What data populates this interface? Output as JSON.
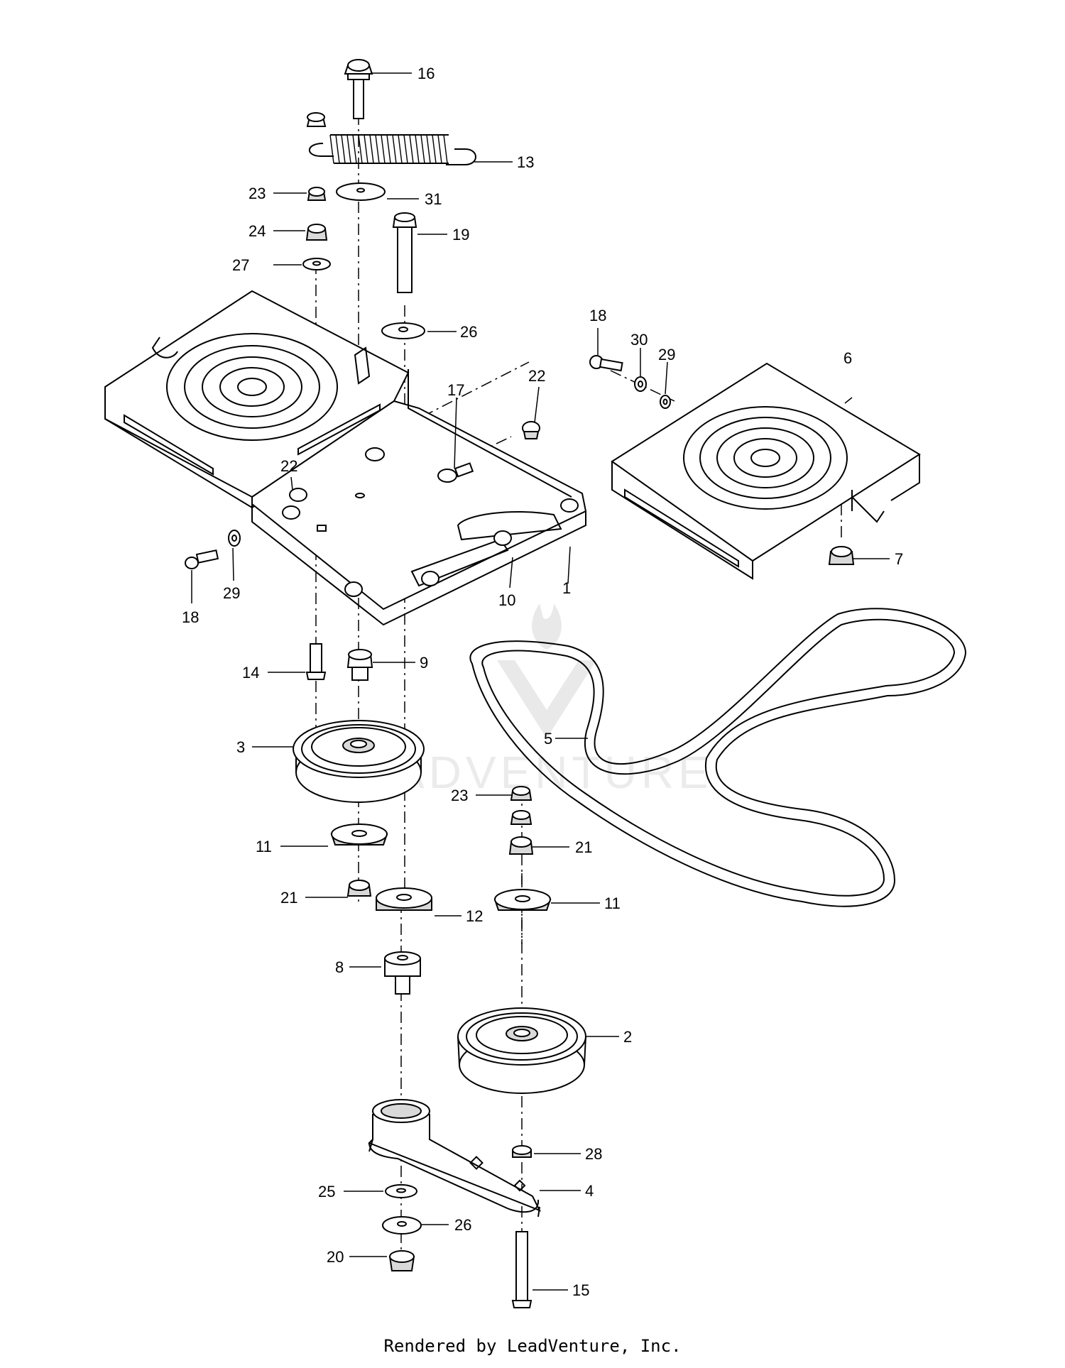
{
  "callouts": {
    "c1": "1",
    "c2": "2",
    "c3": "3",
    "c4": "4",
    "c5": "5",
    "c6": "6",
    "c7": "7",
    "c8": "8",
    "c9": "9",
    "c10": "10",
    "c11a": "11",
    "c11b": "11",
    "c12": "12",
    "c13": "13",
    "c14": "14",
    "c15": "15",
    "c16": "16",
    "c17": "17",
    "c18a": "18",
    "c18b": "18",
    "c19": "19",
    "c20": "20",
    "c21a": "21",
    "c21b": "21",
    "c22a": "22",
    "c22b": "22",
    "c23a": "23",
    "c23b": "23",
    "c24": "24",
    "c25": "25",
    "c26a": "26",
    "c26b": "26",
    "c27": "27",
    "c28": "28",
    "c29a": "29",
    "c29b": "29",
    "c30": "30",
    "c31": "31"
  },
  "footer": "Rendered by LeadVenture, Inc.",
  "watermark": "ADVENTURE"
}
